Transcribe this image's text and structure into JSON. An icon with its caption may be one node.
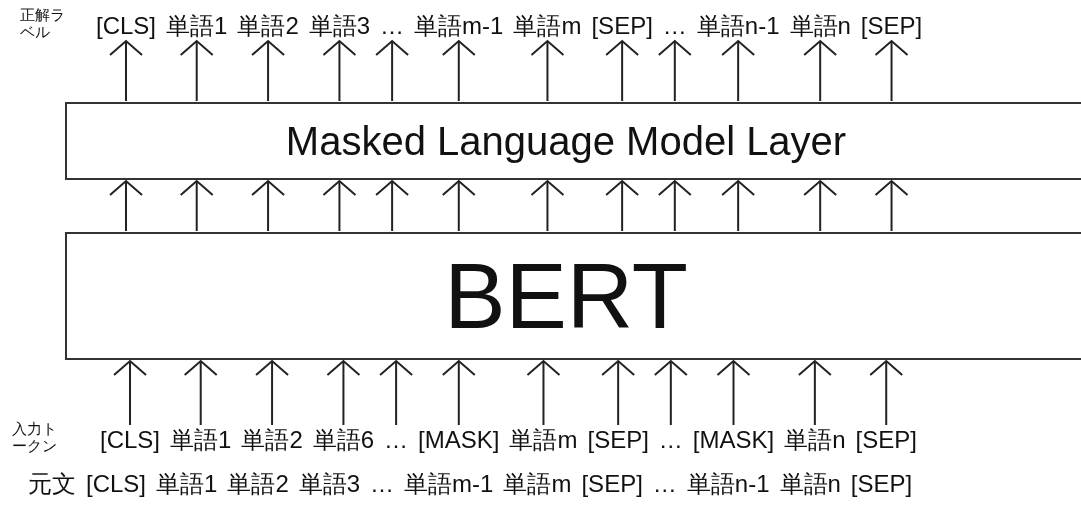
{
  "diagram": {
    "nodes": [
      {
        "text": [
          "Masked Language Model Layer"
        ]
      },
      {
        "text": [
          "BERT"
        ]
      },
      {
        "text": [
          "[CLS]"
        ]
      },
      {
        "text": [
          "単語1"
        ]
      },
      {
        "text": [
          "単語2"
        ]
      },
      {
        "text": [
          "単語3"
        ]
      },
      {
        "text": [
          "…"
        ]
      },
      {
        "text": [
          "単語m-1"
        ]
      },
      {
        "text": [
          "単語m"
        ]
      },
      {
        "text": [
          "[SEP]"
        ]
      },
      {
        "text": [
          "…"
        ]
      },
      {
        "text": [
          "単語n-1"
        ]
      },
      {
        "text": [
          "単語n"
        ]
      },
      {
        "text": [
          "[SEP]"
        ]
      },
      {
        "text": [
          "[CLS]"
        ]
      },
      {
        "text": [
          "単語1"
        ]
      },
      {
        "text": [
          "単語2"
        ]
      },
      {
        "text": [
          "単語6"
        ]
      },
      {
        "text": [
          "…"
        ]
      },
      {
        "text": [
          "[MASK]"
        ]
      },
      {
        "text": [
          "単語m"
        ]
      },
      {
        "text": [
          "[SEP]"
        ]
      },
      {
        "text": [
          "…"
        ]
      },
      {
        "text": [
          "[MASK]"
        ]
      },
      {
        "text": [
          "単語n"
        ]
      },
      {
        "text": [
          "[SEP]"
        ]
      }
    ],
    "edges": [
      {
        "from": 0,
        "to": 2,
        "arrow": "to"
      },
      {
        "from": 0,
        "to": 3,
        "arrow": "to"
      },
      {
        "from": 0,
        "to": 4,
        "arrow": "to"
      },
      {
        "from": 0,
        "to": 5,
        "arrow": "to"
      },
      {
        "from": 0,
        "to": 6,
        "arrow": "to"
      },
      {
        "from": 0,
        "to": 7,
        "arrow": "to"
      },
      {
        "from": 0,
        "to": 8,
        "arrow": "to"
      },
      {
        "from": 0,
        "to": 9,
        "arrow": "to"
      },
      {
        "from": 0,
        "to": 10,
        "arrow": "to"
      },
      {
        "from": 0,
        "to": 11,
        "arrow": "to"
      },
      {
        "from": 0,
        "to": 12,
        "arrow": "to"
      },
      {
        "from": 0,
        "to": 13,
        "arrow": "to"
      },
      {
        "from": 1,
        "to": 0,
        "arrow": "to"
      },
      {
        "from": 1,
        "to": 0,
        "arrow": "to"
      },
      {
        "from": 1,
        "to": 0,
        "arrow": "to"
      },
      {
        "from": 1,
        "to": 0,
        "arrow": "to"
      },
      {
        "from": 1,
        "to": 0,
        "arrow": "to"
      },
      {
        "from": 1,
        "to": 0,
        "arrow": "to"
      },
      {
        "from": 1,
        "to": 0,
        "arrow": "to"
      },
      {
        "from": 1,
        "to": 0,
        "arrow": "to"
      },
      {
        "from": 1,
        "to": 0,
        "arrow": "to"
      },
      {
        "from": 1,
        "to": 0,
        "arrow": "to"
      },
      {
        "from": 1,
        "to": 0,
        "arrow": "to"
      },
      {
        "from": 1,
        "to": 0,
        "arrow": "to"
      },
      {
        "from": 14,
        "to": 1,
        "arrow": "to"
      },
      {
        "from": 15,
        "to": 1,
        "arrow": "to"
      },
      {
        "from": 16,
        "to": 1,
        "arrow": "to"
      },
      {
        "from": 17,
        "to": 1,
        "arrow": "to"
      },
      {
        "from": 18,
        "to": 1,
        "arrow": "to"
      },
      {
        "from": 19,
        "to": 1,
        "arrow": "to"
      },
      {
        "from": 20,
        "to": 1,
        "arrow": "to"
      },
      {
        "from": 21,
        "to": 1,
        "arrow": "to"
      },
      {
        "from": 22,
        "to": 1,
        "arrow": "to"
      },
      {
        "from": 23,
        "to": 1,
        "arrow": "to"
      },
      {
        "from": 24,
        "to": 1,
        "arrow": "to"
      },
      {
        "from": 25,
        "to": 1,
        "arrow": "to"
      }
    ],
    "labels": [
      "正解ラベル",
      "入力トークン",
      "元文",
      "[CLS]",
      "単語1",
      "単語2",
      "単語3",
      "…",
      "単語m-1",
      "単語m",
      "[SEP]",
      "…",
      "単語n-1",
      "単語n",
      "[SEP]"
    ]
  }
}
